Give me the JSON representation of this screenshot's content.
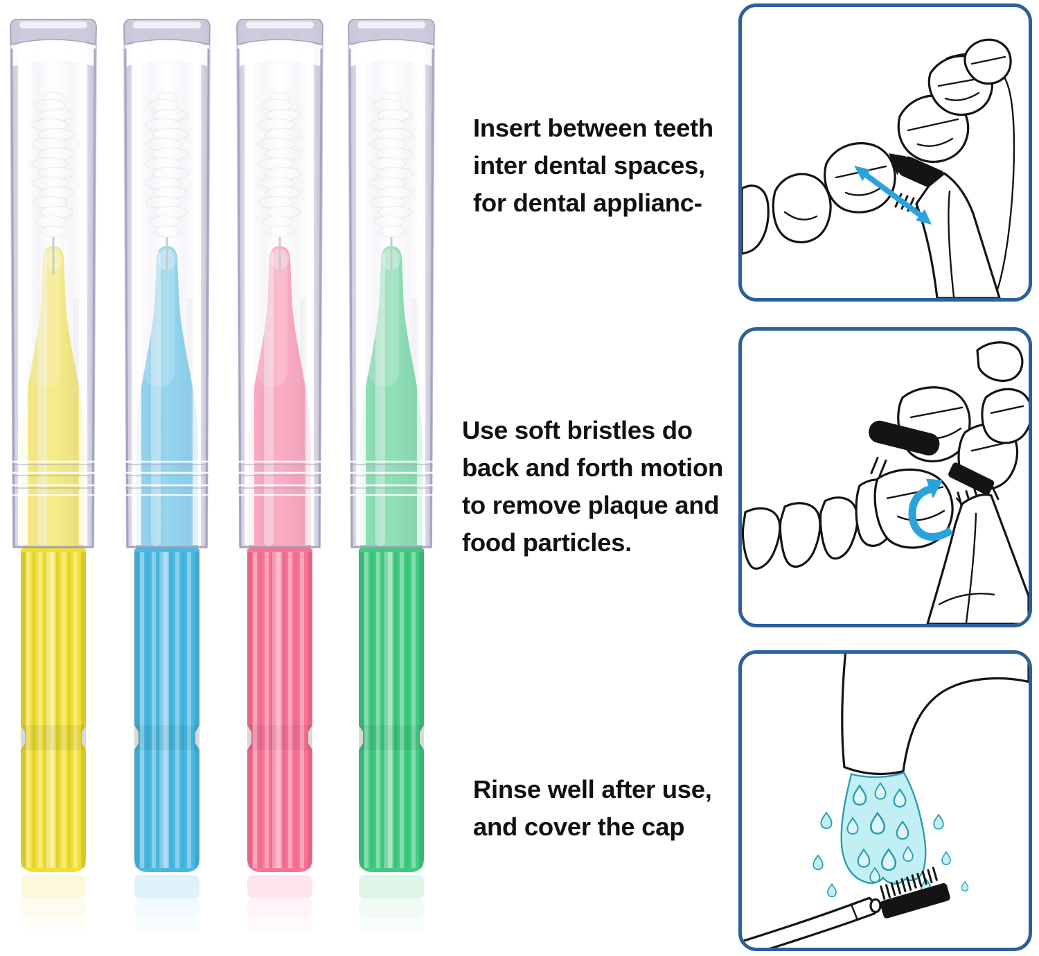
{
  "product": {
    "description": "four-interdental-brushes-with-clear-caps",
    "items": [
      {
        "name": "yellow-interdental-brush",
        "color": "#f0df33"
      },
      {
        "name": "blue-interdental-brush",
        "color": "#49b9e2"
      },
      {
        "name": "pink-interdental-brush",
        "color": "#f97397"
      },
      {
        "name": "green-interdental-brush",
        "color": "#41cb82"
      }
    ],
    "cap_tint": "#c6c3d8",
    "bristle_color": "#ffffff"
  },
  "instructions": {
    "steps": [
      {
        "text": "Insert between teeth inter dental spaces, for dental applianc-",
        "lines": [
          "Insert between teeth",
          "inter dental spaces,",
          "for dental applianc-"
        ],
        "illustration": "brush-inserted-between-molars-double-arrow"
      },
      {
        "text": "Use soft bristles do back and forth motion to remove plaque and food particles.",
        "lines": [
          "Use soft bristles do",
          "back and forth motion",
          "to remove plaque and",
          "food particles."
        ],
        "illustration": "brush-behind-teeth-rotation-arrow"
      },
      {
        "text": "Rinse well after use, and cover the cap",
        "lines": [
          "Rinse well after use,",
          "and cover the cap"
        ],
        "illustration": "brush-rinsed-under-running-faucet"
      }
    ]
  },
  "style": {
    "panel_border_color": "#2d5f9b",
    "arrow_color": "#29a3dc",
    "water_fill": "#c2eff4",
    "water_stroke": "#2a9cb5",
    "line_color": "#141414",
    "text_color": "#111111",
    "bg": "#ffffff"
  }
}
